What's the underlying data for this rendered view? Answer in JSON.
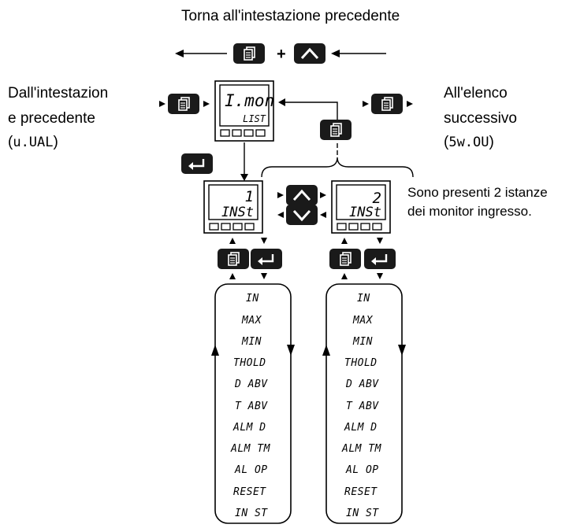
{
  "top_caption": "Torna all'intestazione precedente",
  "left_label": [
    "Dall'intestazion",
    "e precedente"
  ],
  "left_param": "u.UAL",
  "right_label": [
    "All'elenco",
    "successivo"
  ],
  "right_param": "5w.OU",
  "side_note": [
    "Sono presenti 2 istanze",
    "dei monitor ingresso."
  ],
  "paren_open": "(",
  "paren_close": ")",
  "plus_sign": "+",
  "list_display": {
    "top": "I.mon",
    "bottom": "LIST"
  },
  "instance_1": {
    "top": "1",
    "bottom": "INSt"
  },
  "instance_2": {
    "top": "2",
    "bottom": "INSt"
  },
  "parameters": [
    "IN",
    "MAX",
    "MIN",
    "THOLD",
    "D ABV",
    "T ABV",
    "ALM D",
    "ALM TM",
    "AL OP",
    "RESET",
    "IN ST"
  ],
  "icons": [
    "page-icon",
    "enter-icon",
    "up-arrow-icon",
    "down-arrow-icon"
  ]
}
